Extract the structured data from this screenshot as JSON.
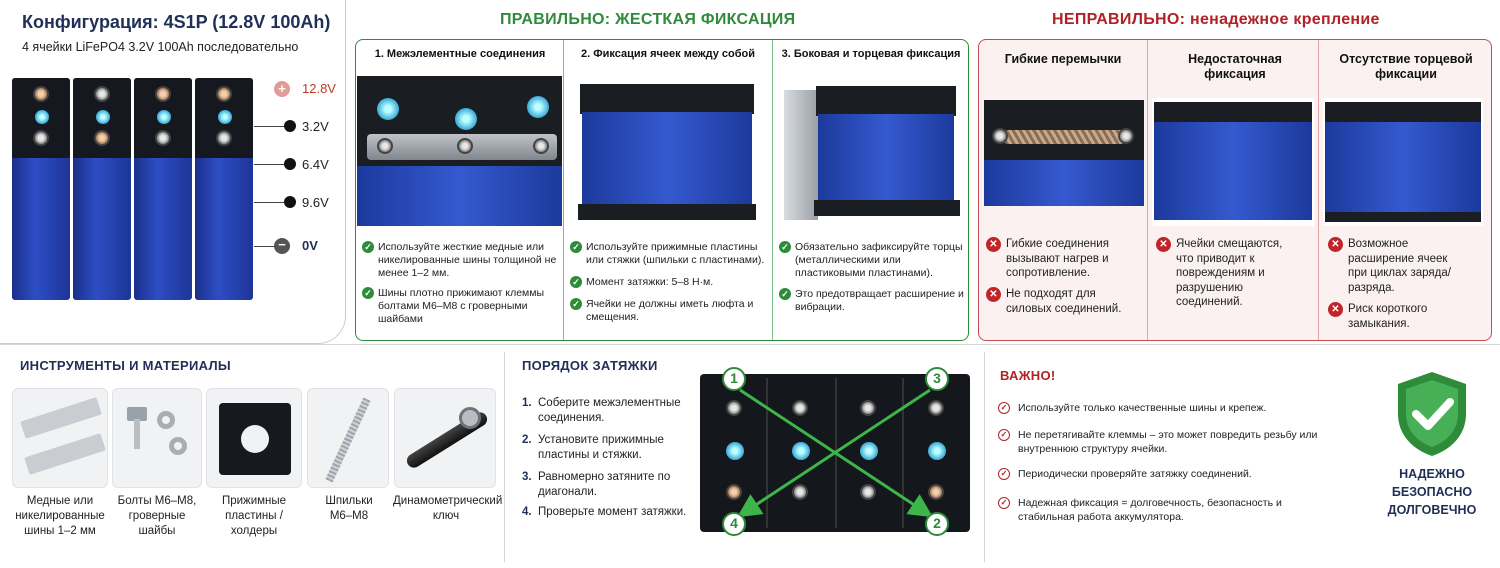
{
  "config": {
    "title": "Конфигурация: 4S1P (12.8V 100Ah)",
    "subtitle": "4 ячейки LiFePO4 3.2V 100Ah последовательно",
    "voltages": [
      "12.8V",
      "3.2V",
      "6.4V",
      "9.6V",
      "0V"
    ],
    "plus_symbol": "+",
    "minus_symbol": "−"
  },
  "correct": {
    "title": "ПРАВИЛЬНО: ЖЕСТКАЯ ФИКСАЦИЯ",
    "columns": [
      {
        "heading": "1. Межэлементные соединения",
        "bullets": [
          "Используйте жесткие медные или никелированные шины толщиной не менее 1–2 мм.",
          "Шины плотно прижимают клеммы болтами М6–М8 с гроверными шайбами"
        ]
      },
      {
        "heading": "2. Фиксация ячеек между собой",
        "bullets": [
          "Используйте прижимные пластины или стяжки (шпильки с пластинами).",
          "Момент затяжки: 5–8 Н·м.",
          "Ячейки не должны иметь люфта и смещения."
        ]
      },
      {
        "heading": "3. Боковая и торцевая фиксация",
        "bullets": [
          "Обязательно зафиксируйте торцы (металлическими или пластиковыми пластинами).",
          "Это предотвращает расширение и вибрации."
        ]
      }
    ]
  },
  "wrong": {
    "title": "НЕПРАВИЛЬНО: ненадежное крепление",
    "columns": [
      {
        "heading": "Гибкие перемычки",
        "bullets": [
          "Гибкие соединения вызывают нагрев и сопротивление.",
          "Не подходят для силовых соединений."
        ]
      },
      {
        "heading": "Недостаточная фиксация",
        "bullets": [
          "Ячейки смещаются, что приводит к повреждениям и разрушению соединений."
        ]
      },
      {
        "heading": "Отсутствие торцевой фиксации",
        "bullets": [
          "Возможное расширение ячеек при циклах заряда/разряда.",
          "Риск короткого замыкания."
        ]
      }
    ]
  },
  "tools": {
    "title": "ИНСТРУМЕНТЫ И МАТЕРИАЛЫ",
    "items": [
      "Медные или никелированные шины 1–2 мм",
      "Болты М6–М8, гроверные шайбы",
      "Прижимные пластины / холдеры",
      "Шпильки М6–М8",
      "Динамометрический ключ"
    ]
  },
  "order": {
    "title": "ПОРЯДОК ЗАТЯЖКИ",
    "steps": [
      "Соберите межэлементные соединения.",
      "Установите прижимные пластины и стяжки.",
      "Равномерно затяните по диагонали.",
      "Проверьте момент затяжки."
    ],
    "step_numbers": [
      "1.",
      "2.",
      "3.",
      "4."
    ],
    "sequence_labels": [
      "1",
      "2",
      "3",
      "4"
    ]
  },
  "important": {
    "title": "ВАЖНО!",
    "items": [
      "Используйте только качественные шины и крепеж.",
      "Не перетягивайте клеммы – это может повредить резьбу или внутреннюю структуру ячейки.",
      "Периодически проверяйте затяжку соединений.",
      "Надежная фиксация = долговечность, безопасность и стабильная работа аккумулятора."
    ],
    "badge": [
      "НАДЕЖНО",
      "БЕЗОПАСНО",
      "ДОЛГОВЕЧНО"
    ]
  },
  "colors": {
    "green": "#2e8b3a",
    "red": "#b02226",
    "navy": "#1f2f56",
    "cell_blue": "#2d4ec4"
  },
  "icons": {
    "ok": "check-circle-icon",
    "bad": "x-circle-icon",
    "warn": "check-outline-icon",
    "shield": "shield-check-icon"
  }
}
